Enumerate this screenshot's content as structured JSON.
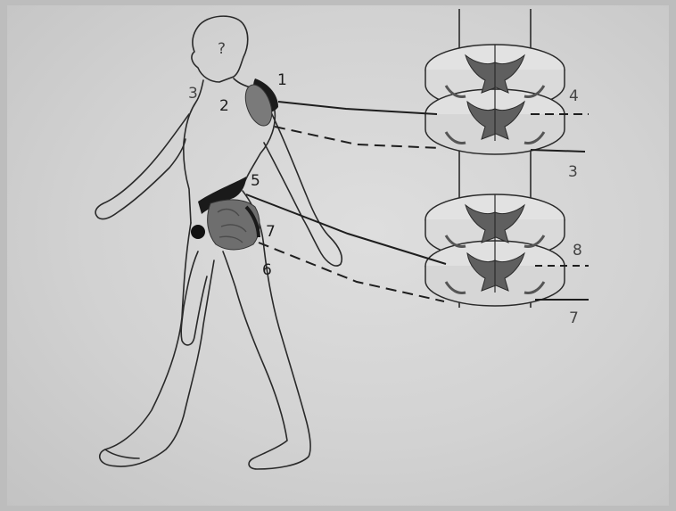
{
  "labels": {
    "l1": "1",
    "l2": "2",
    "l3_body": "3",
    "l3_spine": "3",
    "l4": "4",
    "l5": "5",
    "l6": "6",
    "l7_body": "7",
    "l7_spine": "7",
    "l8": "8",
    "head": "?"
  }
}
